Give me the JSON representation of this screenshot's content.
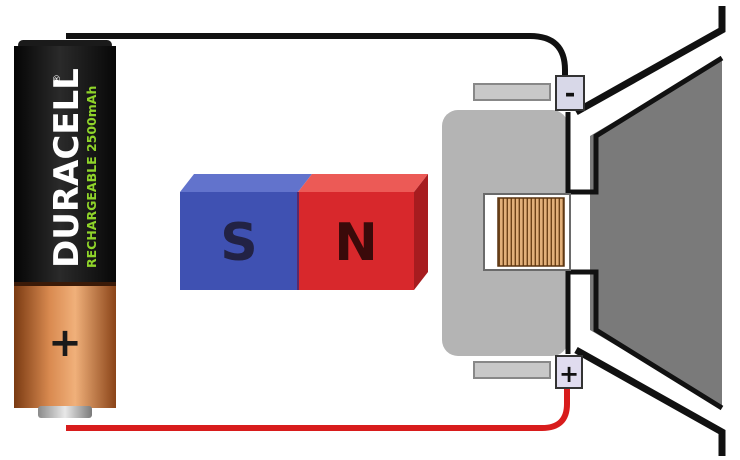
{
  "battery": {
    "brand": "DURACELL",
    "registered_mark": "®",
    "subtitle": "RECHARGEABLE 2500mAh",
    "plus_sign": "+",
    "body_color": "#151515",
    "cap_color": "#c0703a",
    "subtitle_color": "#8fd42a"
  },
  "magnet": {
    "south_label": "S",
    "north_label": "N",
    "south_color": "#3f51b2",
    "north_color": "#d8282c"
  },
  "speaker": {
    "negative_terminal": "-",
    "positive_terminal": "+",
    "frame_color": "#b4b4b4",
    "cone_color": "#7a7a7a",
    "coil_color": "#c98f4f"
  },
  "wires": {
    "negative_color": "#111111",
    "positive_color": "#d81c1c"
  }
}
